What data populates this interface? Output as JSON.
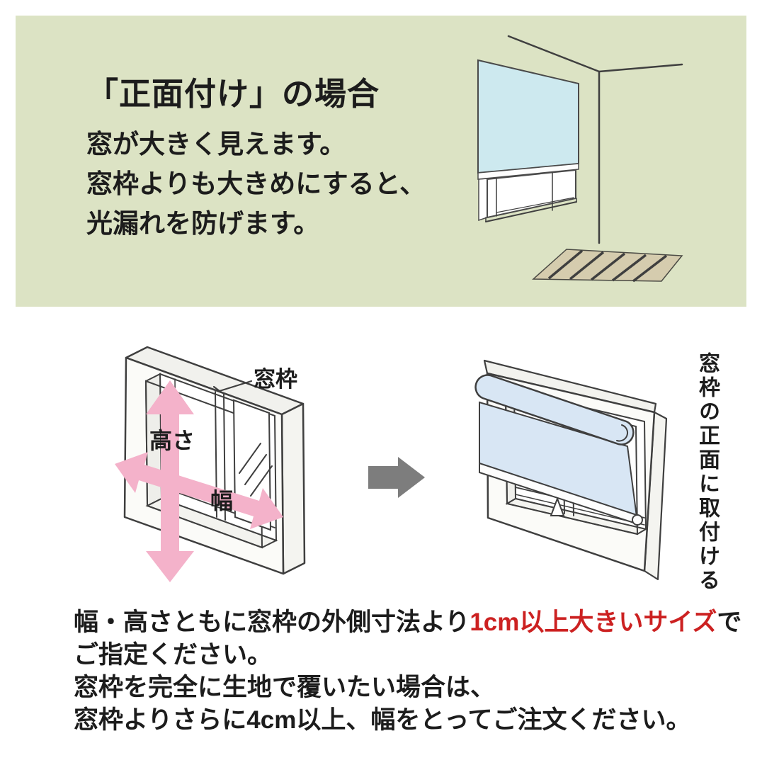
{
  "panel": {
    "title": "「正面付け」の場合",
    "line1": "窓が大きく見えます。",
    "line2": "窓枠よりも大きめにすると、",
    "line3": "光漏れを防げます。"
  },
  "diagram": {
    "frame_label": "窓枠",
    "height_label": "高さ",
    "width_label": "幅",
    "mount_note": "窓枠の正面に取付ける"
  },
  "footer": {
    "line1_prefix": "幅・高さともに窓枠の外側寸法より",
    "line1_highlight": "1cm以上大きいサイズ",
    "line1_suffix": "で",
    "line2": "ご指定ください。",
    "line3": "窓枠を完全に生地で覆いたい場合は、",
    "line4": "窓枠よりさらに4cm以上、幅をとってご注文ください。"
  },
  "colors": {
    "panel_green": "#dce3c4",
    "room_blind_blue": "#cde9ef",
    "diagram_blind_blue": "#d8e6f4",
    "arrow_pink": "#f4b2ca",
    "arrow_gray": "#7d7d7d",
    "highlight_red": "#cc2121",
    "outline_dark": "#3f3f3f",
    "floor_tan": "#d5ccae"
  }
}
